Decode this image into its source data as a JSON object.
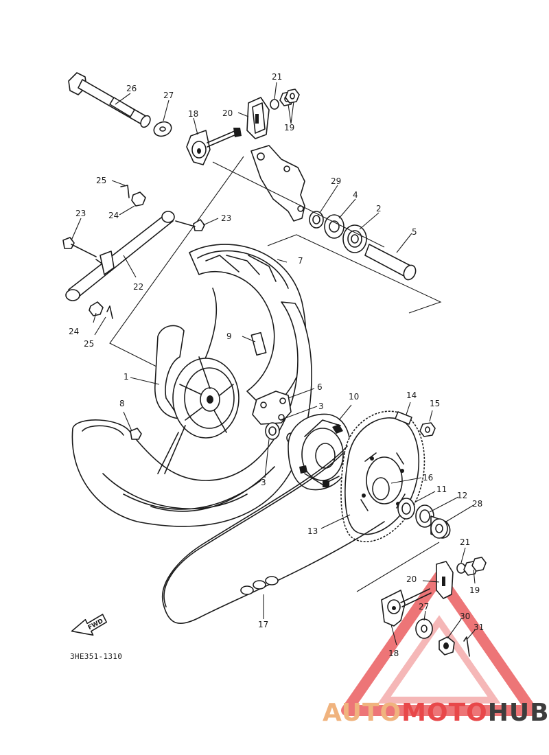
{
  "diagram": {
    "drawing_code": "3HE351-1310",
    "forward_arrow_label": "FWD",
    "part_callouts": [
      "1",
      "2",
      "3",
      "3",
      "5",
      "6",
      "7",
      "8",
      "9",
      "10",
      "11",
      "12",
      "13",
      "14",
      "15",
      "16",
      "17",
      "18",
      "18",
      "19",
      "19",
      "20",
      "20",
      "21",
      "21",
      "22",
      "23",
      "23",
      "24",
      "24",
      "25",
      "25",
      "26",
      "27",
      "27",
      "28",
      "29",
      "30",
      "31",
      "4"
    ]
  },
  "watermark": {
    "part1": "AUTO",
    "part2": "MOTO",
    "part3": "HUB",
    "colors": {
      "auto": "#f0b37e",
      "moto": "#e8484a",
      "hub": "#3d3d3d",
      "triangle": "#e8484a"
    }
  }
}
